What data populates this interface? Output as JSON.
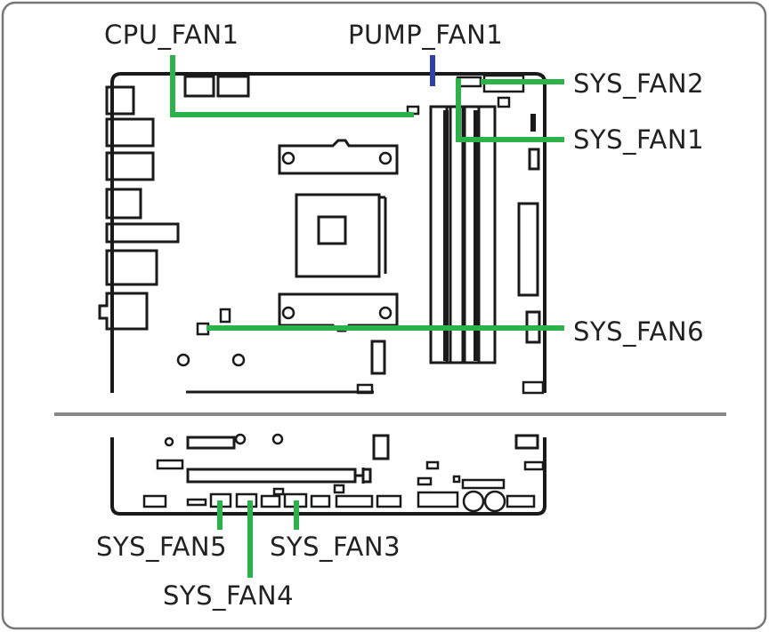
{
  "connectors": [
    {
      "id": "cpu-fan1",
      "label": "CPU_FAN1",
      "color": "#2db14b"
    },
    {
      "id": "pump-fan1",
      "label": "PUMP_FAN1",
      "color": "#2f3fb0"
    },
    {
      "id": "sys-fan2",
      "label": "SYS_FAN2",
      "color": "#2db14b"
    },
    {
      "id": "sys-fan1",
      "label": "SYS_FAN1",
      "color": "#2db14b"
    },
    {
      "id": "sys-fan6",
      "label": "SYS_FAN6",
      "color": "#2db14b"
    },
    {
      "id": "sys-fan5",
      "label": "SYS_FAN5",
      "color": "#2db14b"
    },
    {
      "id": "sys-fan3",
      "label": "SYS_FAN3",
      "color": "#2db14b"
    },
    {
      "id": "sys-fan4",
      "label": "SYS_FAN4",
      "color": "#2db14b"
    }
  ],
  "colors": {
    "leader_green": "#2db14b",
    "leader_blue": "#2f3fb0",
    "board_outline": "#1a1a1a",
    "divider": "#888888",
    "frame": "#777777"
  }
}
